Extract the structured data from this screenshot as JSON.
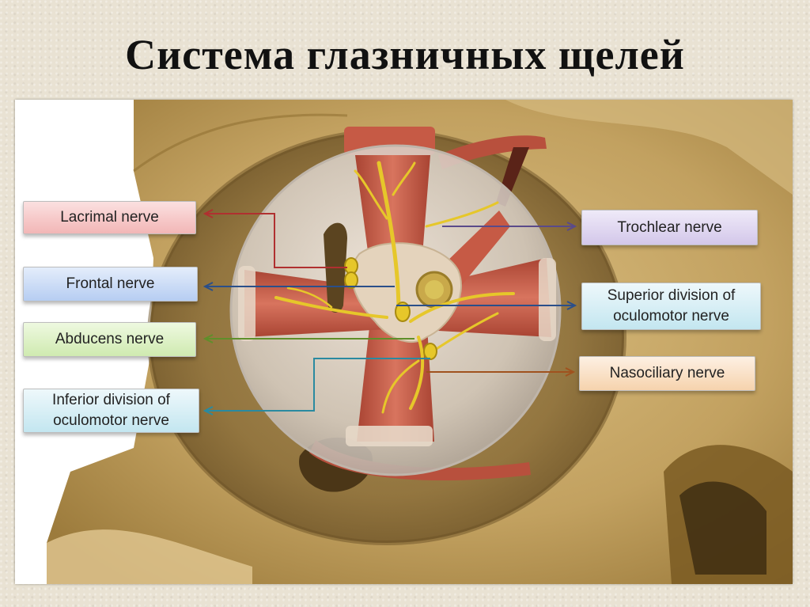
{
  "title": "Система глазничных щелей",
  "labels": {
    "lacrimal": "Lacrimal nerve",
    "frontal": "Frontal nerve",
    "abducens": "Abducens nerve",
    "inferior_oculomotor": "Inferior division of oculomotor nerve",
    "trochlear": "Trochlear nerve",
    "superior_oculomotor": "Superior division of oculomotor nerve",
    "nasociliary": "Nasociliary nerve"
  },
  "colors": {
    "bone": "#c9ab6a",
    "bone_dark": "#8a6a2c",
    "muscle": "#c9614e",
    "tendon": "#e8d6c4",
    "nerve": "#e6c72a",
    "pointer_red": "#b03030",
    "pointer_blue": "#2a4f8a",
    "pointer_green": "#5f8f2a",
    "pointer_purple": "#5a4a8a",
    "pointer_orange": "#a0521e"
  }
}
